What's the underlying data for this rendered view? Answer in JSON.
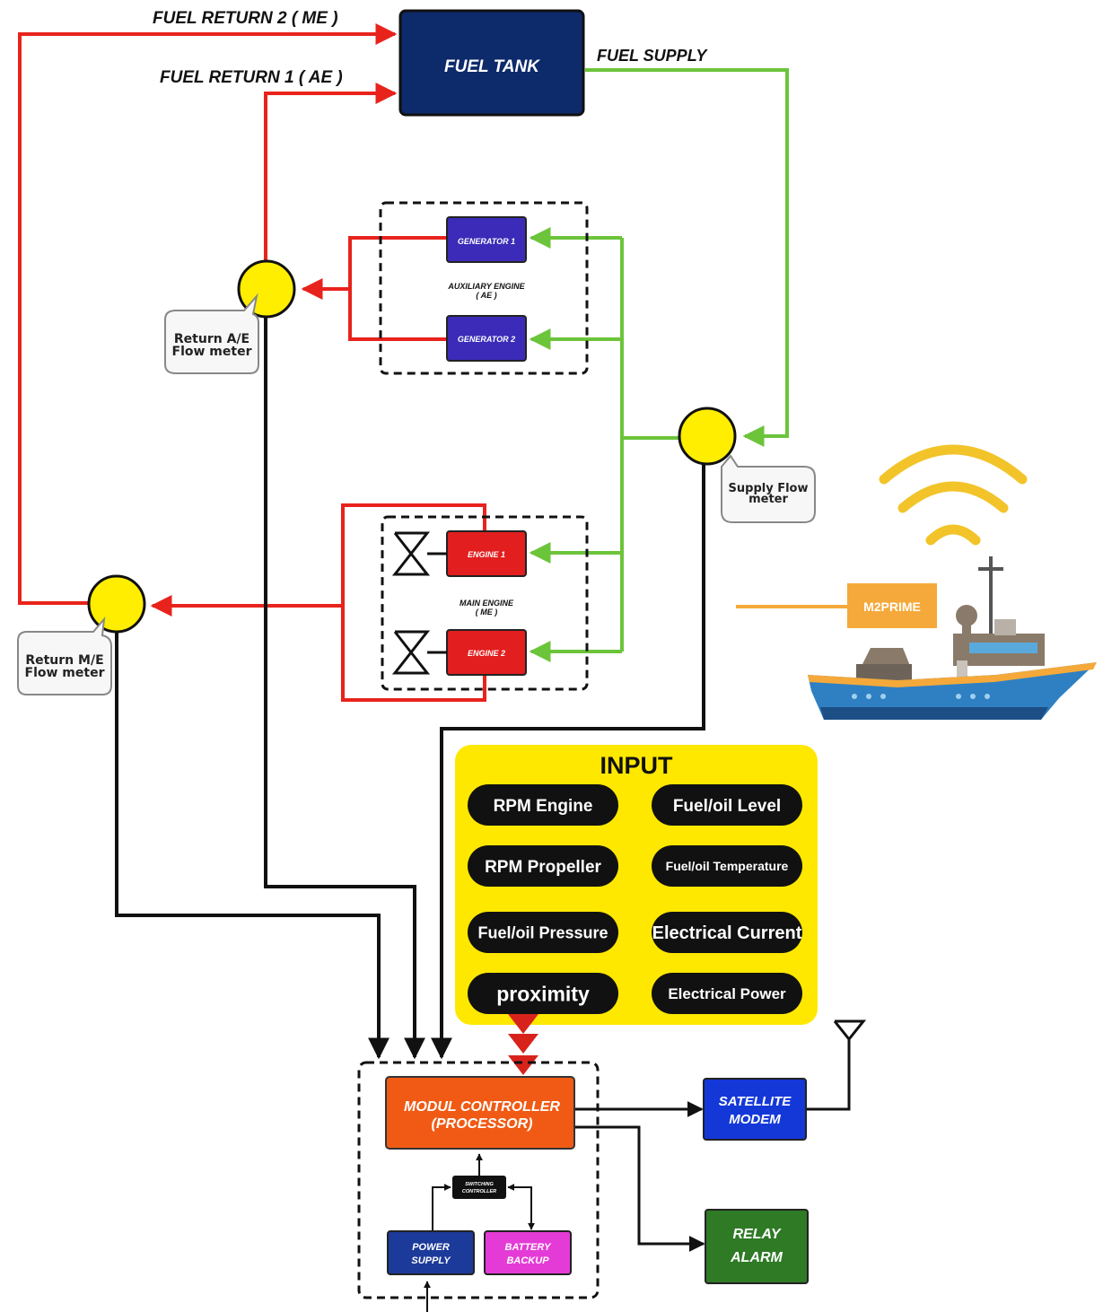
{
  "labels": {
    "fuel_return_2": "FUEL RETURN 2 ( ME )",
    "fuel_return_1": "FUEL RETURN 1 ( AE )",
    "fuel_supply": "FUEL SUPPLY",
    "fuel_tank": "FUEL TANK",
    "generator_1": "GENERATOR 1",
    "generator_2": "GENERATOR 2",
    "aux_engine_line1": "AUXILIARY ENGINE",
    "aux_engine_line2": "( AE )",
    "engine_1": "ENGINE 1",
    "engine_2": "ENGINE 2",
    "main_engine_line1": "MAIN ENGINE",
    "main_engine_line2": "( ME )",
    "return_ae_line1": "Return A/E",
    "return_ae_line2": "Flow meter",
    "supply_flow_line1": "Supply Flow",
    "supply_flow_line2": "meter",
    "return_me_line1": "Return M/E",
    "return_me_line2": "Flow meter",
    "m2prime": "M2PRIME",
    "modul_controller_line1": "MODUL CONTROLLER",
    "modul_controller_line2": "(PROCESSOR)",
    "satellite_line1": "SATELLITE",
    "satellite_line2": "MODEM",
    "relay_line1": "RELAY",
    "relay_line2": "ALARM",
    "switching_line1": "SWITCHING",
    "switching_line2": "CONTROLLER",
    "power_line1": "POWER",
    "power_line2": "SUPPLY",
    "battery_line1": "BATTERY",
    "battery_line2": "BACKUP"
  },
  "input_panel": {
    "title": "INPUT",
    "items": [
      "RPM Engine",
      "Fuel/oil Level",
      "RPM Propeller",
      "Fuel/oil Temperature",
      "Fuel/oil Pressure",
      "Electrical Current",
      "proximity",
      "Electrical Power"
    ]
  },
  "colors": {
    "return_line": "#e8231c",
    "supply_line": "#6cc43a",
    "signal_line": "#111111",
    "meter_fill": "#ffee00",
    "input_panel": "#ffe800",
    "pill": "#111111",
    "fuel_tank": "#0d2a6b",
    "generator": "#3b2bb8",
    "engine": "#e21e1e",
    "controller": "#f05a14",
    "satellite": "#1438d8",
    "relay": "#2e7a25",
    "power": "#1c3a9a",
    "battery": "#e43bd6",
    "m2prime": "#f5a93a",
    "ship_hull": "#2f80c2",
    "wifi": "#f2c42a"
  }
}
